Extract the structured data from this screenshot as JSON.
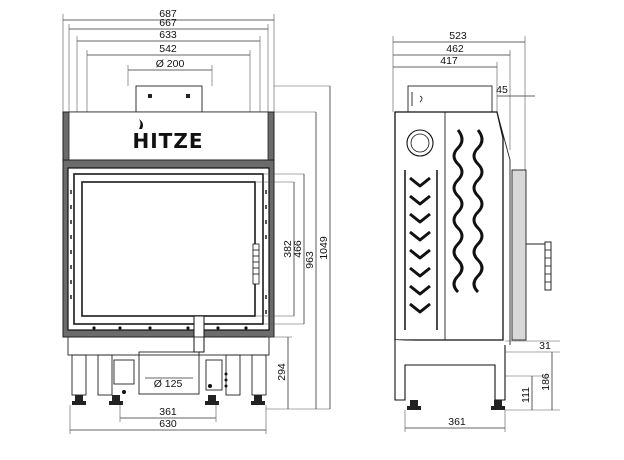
{
  "brand": {
    "logo_text": "HITZE"
  },
  "front_view": {
    "widths": {
      "overall": "687",
      "second": "667",
      "third": "633",
      "inner": "542",
      "flue": "Ø 200"
    },
    "heights": {
      "glass": "382",
      "door": "466",
      "body": "963",
      "overall": "1049",
      "base": "294"
    },
    "bottom": {
      "feet": "361",
      "base": "630",
      "air_inlet": "Ø 125"
    }
  },
  "side_view": {
    "depths": {
      "overall": "523",
      "second": "462",
      "third": "417",
      "handle": "45"
    },
    "heights": {
      "foot": "31",
      "lower": "111",
      "inlet": "186"
    },
    "bottom": {
      "base": "361"
    }
  }
}
